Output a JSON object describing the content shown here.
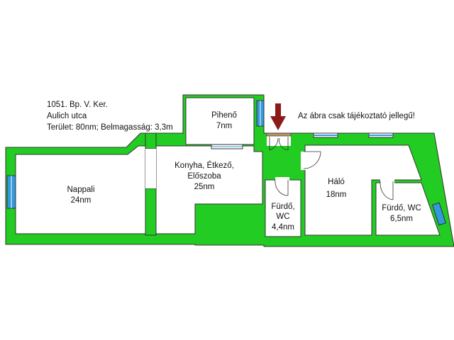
{
  "info": {
    "line1": "1051. Bp. V. Ker.",
    "line2": "Aulich utca",
    "line3": "Terület: 80nm; Belmagasság: 3,3m"
  },
  "note": "Az ábra csak tájékoztató jellegű!",
  "rooms": {
    "pihenő": {
      "name": "Pihenő",
      "area": "7nm"
    },
    "nappali": {
      "name": "Nappali",
      "area": "24nm"
    },
    "konyha": {
      "line1": "Konyha, Étkező,",
      "line2": "Előszoba",
      "area": "25nm"
    },
    "halo": {
      "name": "Háló",
      "area": "18nm"
    },
    "furdo1": {
      "line1": "Fürdő,",
      "line2": "WC",
      "area": "4,4nm"
    },
    "furdo2": {
      "name": "Fürdő, WC",
      "area": "6,5nm"
    }
  },
  "colors": {
    "wall": "#22cc22",
    "wall_outline": "#333333",
    "window": "#3399dd",
    "entrance_arrow": "#8b1a1a"
  }
}
